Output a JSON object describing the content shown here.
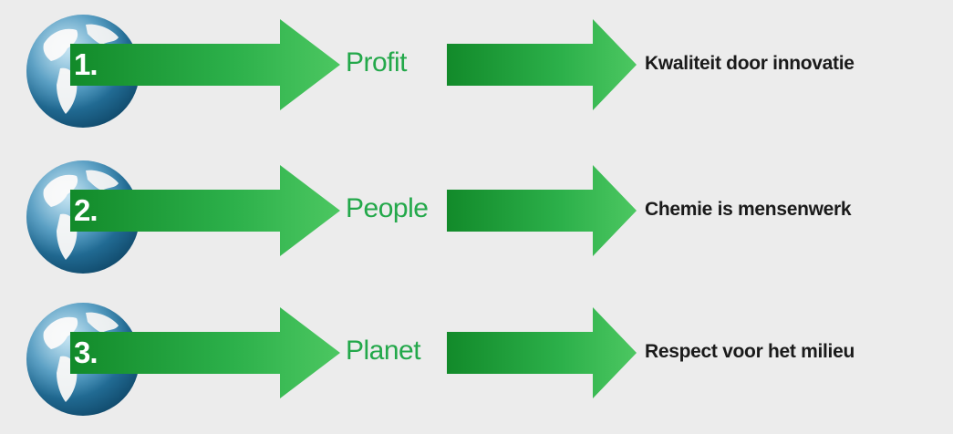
{
  "colors": {
    "background": "#ececec",
    "arrow_green_dark": "#17922e",
    "arrow_green_light": "#4cc761",
    "label_green": "#23a84a",
    "statement_text": "#1a1a1a",
    "ocean_blue": "#1f6f99",
    "land_white": "#f2f4f5"
  },
  "icons": {
    "globe": "globe-icon",
    "arrow": "right-arrow-icon"
  },
  "rows": [
    {
      "number": "1.",
      "label": "Profit",
      "statement": "Kwaliteit door innovatie"
    },
    {
      "number": "2.",
      "label": "People",
      "statement": "Chemie is mensenwerk"
    },
    {
      "number": "3.",
      "label": "Planet",
      "statement": "Respect voor het milieu"
    }
  ]
}
